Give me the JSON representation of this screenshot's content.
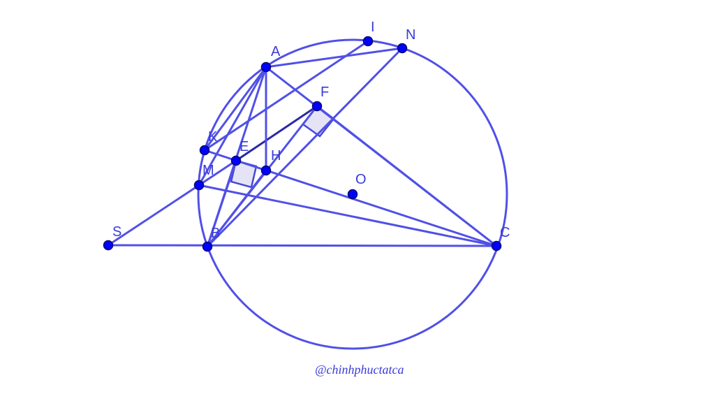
{
  "labels": {
    "A": "A",
    "B": "B",
    "C": "C",
    "E": "E",
    "F": "F",
    "H": "H",
    "I": "I",
    "K": "K",
    "M": "M",
    "N": "N",
    "O": "O",
    "S": "S"
  },
  "watermark": "@chinhphuctatca",
  "colors": {
    "line": "#5050e8",
    "point": "#0000ff",
    "label": "#3a3ad8",
    "right_angle_fill": "#e4e4f6"
  }
}
